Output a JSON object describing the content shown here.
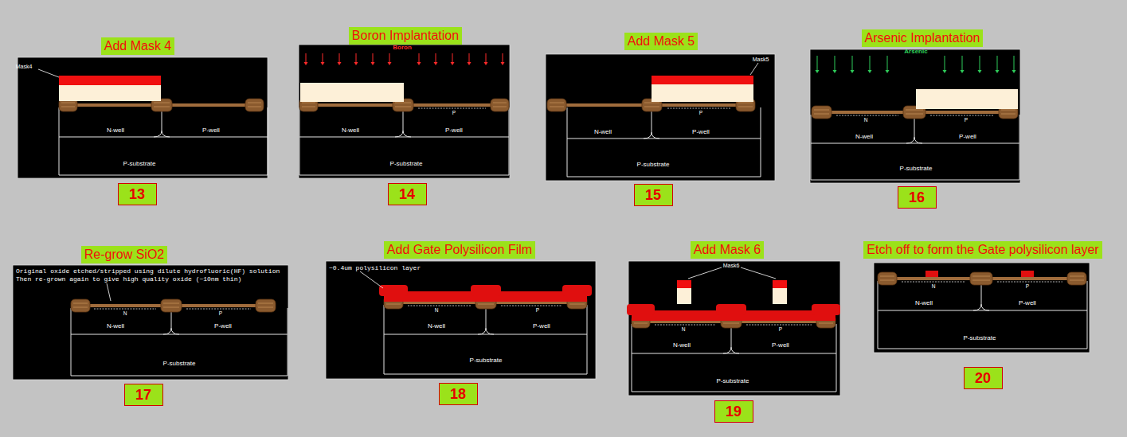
{
  "diagram": {
    "nodes": [
      {
        "text": [
          "Add Mask 4"
        ]
      },
      {
        "text": [
          "13"
        ]
      },
      {
        "text": [
          "Boron Implantation"
        ]
      },
      {
        "text": [
          "14"
        ]
      },
      {
        "text": [
          "Add Mask 5"
        ]
      },
      {
        "text": [
          "15"
        ]
      },
      {
        "text": [
          "Arsenic Implantation"
        ]
      },
      {
        "text": [
          "16"
        ]
      },
      {
        "text": [
          "Re-grow SiO2"
        ]
      },
      {
        "text": [
          "17"
        ]
      },
      {
        "text": [
          "Add Gate Polysilicon Film"
        ]
      },
      {
        "text": [
          "18"
        ]
      },
      {
        "text": [
          "Add Mask 6"
        ]
      },
      {
        "text": [
          "19"
        ]
      },
      {
        "text": [
          "Etch off to form the Gate polysilicon layer"
        ]
      },
      {
        "text": [
          "20"
        ]
      }
    ],
    "labels": [
      "Mask4",
      "N-well",
      "P-well",
      "P-substrate",
      "Boron",
      "P",
      "N-well",
      "P-well",
      "P-substrate",
      "Mask5",
      "P",
      "N-well",
      "P-well",
      "P-substrate",
      "Arsenic",
      "N",
      "P",
      "N-well",
      "P-well",
      "P-substrate",
      "Original oxide etched/stripped using dilute hydrofluoric(HF) solution",
      "Then re-grown again to give high quality oxide (~10nm thin)",
      "N",
      "P",
      "N-well",
      "P-well",
      "P-substrate",
      "~0.4um polysilicon layer",
      "N",
      "P",
      "N-well",
      "P-well",
      "P-substrate",
      "Mask6",
      "N",
      "P",
      "N-well",
      "P-well",
      "P-substrate",
      "N",
      "P",
      "N-well",
      "P-well",
      "P-substrate"
    ]
  }
}
